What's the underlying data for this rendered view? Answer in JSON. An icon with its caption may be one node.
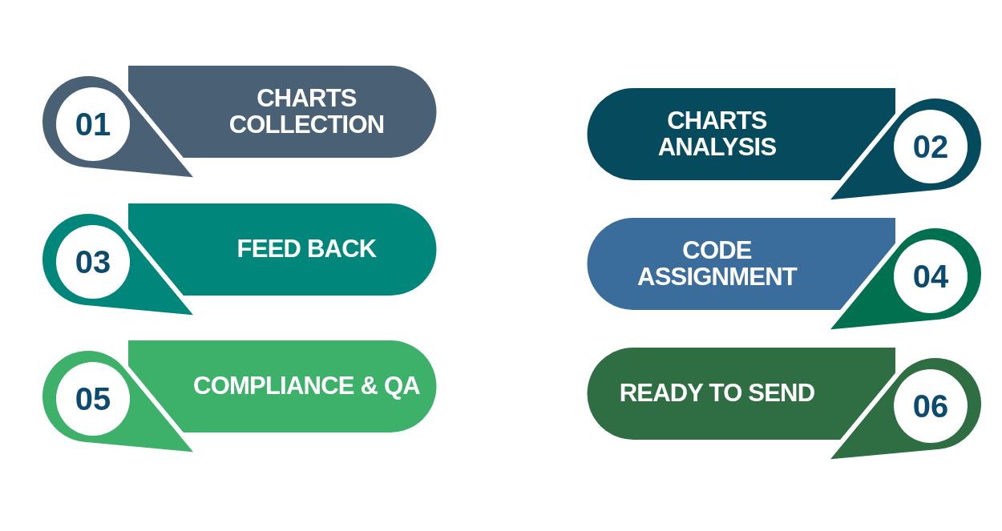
{
  "diagram": {
    "nodes": [
      {
        "text": [
          "01"
        ]
      },
      {
        "text": [
          "CHARTS COLLECTION"
        ]
      },
      {
        "text": [
          "CHARTS ANALYSIS"
        ]
      },
      {
        "text": [
          "02"
        ]
      },
      {
        "text": [
          "03"
        ]
      },
      {
        "text": [
          "FEED BACK"
        ]
      },
      {
        "text": [
          "CODE ASSIGNMENT"
        ]
      },
      {
        "text": [
          "04"
        ]
      },
      {
        "text": [
          "05"
        ]
      },
      {
        "text": [
          "COMPLIANCE & QA"
        ]
      },
      {
        "text": [
          "READY TO SEND"
        ]
      },
      {
        "text": [
          "06"
        ]
      }
    ]
  }
}
